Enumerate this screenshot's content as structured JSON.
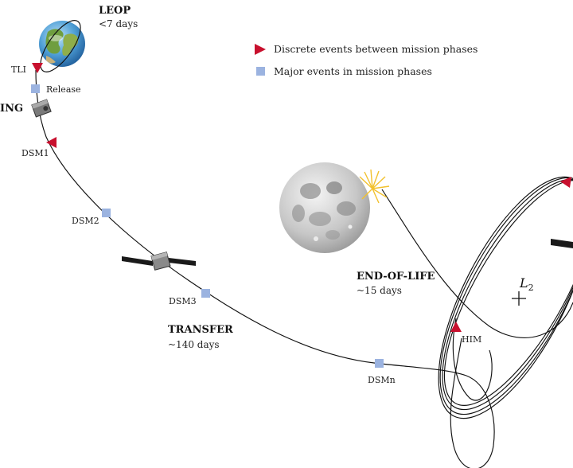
{
  "legend": {
    "discrete_events": "Discrete events between mission phases",
    "major_events": "Major events in mission phases"
  },
  "phases": {
    "leop": {
      "title": "LEOP",
      "duration": "<7 days"
    },
    "commissioning_partial": "ING",
    "transfer": {
      "title": "TRANSFER",
      "duration": "~140 days"
    },
    "end_of_life": {
      "title": "END-OF-LIFE",
      "duration": "~15 days"
    }
  },
  "events": {
    "tli": "TLI",
    "release": "Release",
    "dsm1": "DSM1",
    "dsm2": "DSM2",
    "dsm3": "DSM3",
    "dsmn": "DSMn",
    "him": "HIM"
  },
  "l2_label": {
    "main": "L",
    "sub": "2"
  },
  "colors": {
    "discrete_event": "#c8102e",
    "major_event": "#9bb3e0",
    "trajectory": "#111111",
    "impact_burst": "#f2c12e"
  },
  "icons": [
    "earth-icon",
    "moon-icon",
    "spacecraft-icon",
    "impact-burst-icon",
    "l2-point-icon"
  ]
}
